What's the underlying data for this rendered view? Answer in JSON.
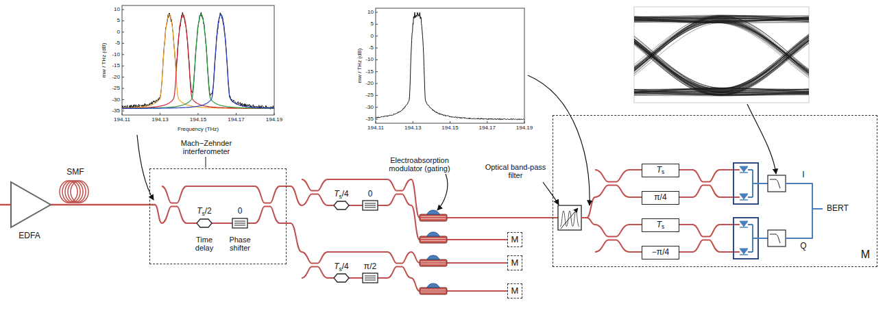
{
  "diagram": {
    "nodes": [
      {
        "text": [
          "Mach−Zehnder interferometer"
        ]
      },
      {
        "text": [
          "M"
        ]
      },
      {
        "text": [
          "Ts"
        ],
        "in": 1
      },
      {
        "text": [
          "π/4"
        ],
        "in": 1
      },
      {
        "text": [
          "Ts"
        ],
        "in": 1
      },
      {
        "text": [
          "−π/4"
        ],
        "in": 1
      },
      {
        "text": [
          "M"
        ]
      },
      {
        "text": [
          "M"
        ]
      },
      {
        "text": [
          "M"
        ]
      }
    ],
    "labels": [
      "EDFA",
      "SMF",
      "Ts/2",
      "0",
      "Time delay",
      "Phase shifter",
      "Ts/4",
      "0",
      "Ts/4",
      "π/2",
      "Electroabsorption modulator (gating)",
      "Optical band-pass filter",
      "I",
      "Q",
      "BERT",
      "mw / THz (dB)",
      "Frequency (THz)",
      "10",
      "5",
      "0",
      "-5",
      "-10",
      "-15",
      "-20",
      "-25",
      "-30",
      "-35",
      "194.11",
      "194.13",
      "194.15",
      "194.17",
      "194.19",
      "mw / THz (dB)",
      "10",
      "5",
      "0",
      "-5",
      "-10",
      "-15",
      "-20",
      "-25",
      "-30",
      "-35",
      "194.11",
      "194.13",
      "194.15",
      "194.17",
      "194.19"
    ]
  }
}
